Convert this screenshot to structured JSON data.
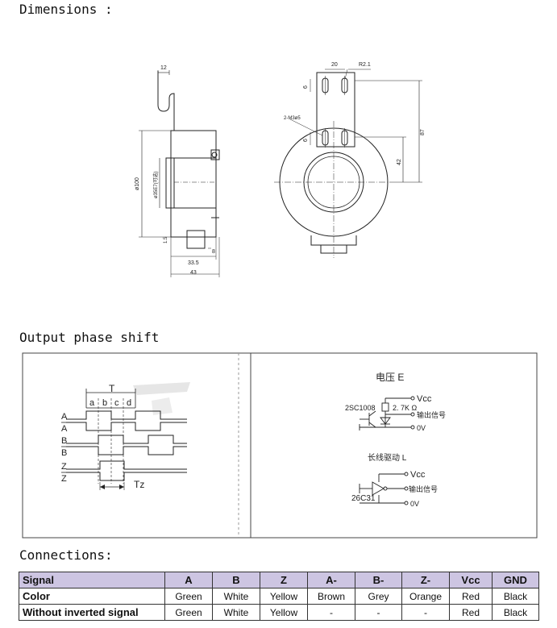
{
  "headings": {
    "dimensions": "Dimensions :",
    "phase": "Output phase shift",
    "connections": "Connections:"
  },
  "dimension_labels": {
    "top_12": "12",
    "dia_100": "ø100",
    "dia_35": "ø35E7(可选)",
    "d_20": "20",
    "r_2_1": "R2.1",
    "d_6a": "6",
    "screw": "2-M3ø5",
    "d_6b": "6",
    "d_87": "87",
    "d_42": "42",
    "d_1_5": "1.5",
    "d_8": "8",
    "d_33_5": "33.5",
    "d_43": "43"
  },
  "timing": {
    "period": "T",
    "a": "a",
    "b": "b",
    "c": "c",
    "d": "d",
    "sig_a": "A",
    "sig_abar": "A",
    "sig_b": "B",
    "sig_bbar": "B",
    "sig_z": "Z",
    "sig_zbar": "Z",
    "tz": "Tz"
  },
  "circuits": {
    "voltage_title": "电压 E",
    "vcc1": "Vcc",
    "transistor": "2SC1008",
    "resistor": "2. 7K Ω",
    "out1": "输出信号",
    "ov1": "0V",
    "line_title": "长线驱动 L",
    "vcc2": "Vcc",
    "out2": "输出信号",
    "chip": "26C31",
    "ov2": "0V"
  },
  "table": {
    "header": [
      "Signal",
      "A",
      "B",
      "Z",
      "A-",
      "B-",
      "Z-",
      "Vcc",
      "GND"
    ],
    "rows": [
      [
        "Color",
        "Green",
        "White",
        "Yellow",
        "Brown",
        "Grey",
        "Orange",
        "Red",
        "Black"
      ],
      [
        "Without inverted signal",
        "Green",
        "White",
        "Yellow",
        "-",
        "-",
        "-",
        "Red",
        "Black"
      ]
    ]
  },
  "colors": {
    "table_header_bg": "#cdc5e2",
    "line": "#222222"
  }
}
